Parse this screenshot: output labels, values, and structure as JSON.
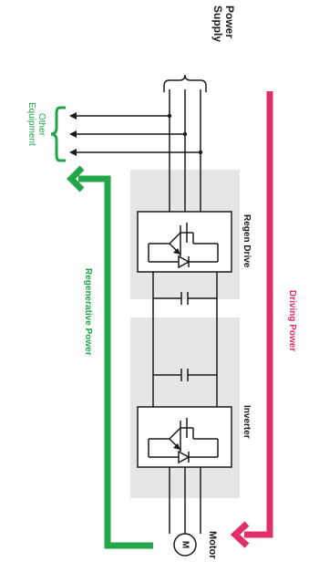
{
  "labels": {
    "power_supply_line1": "Power",
    "power_supply_line2": "Supply",
    "other_equipment_line1": "Other",
    "other_equipment_line2": "Equipment",
    "regen_drive": "Regen Drive",
    "inverter": "Inverter",
    "driving_power": "Driving Power",
    "regenerative_power": "Regenerative Power",
    "motor": "Motor",
    "motor_symbol": "M"
  },
  "colors": {
    "driving_power": "#e0306a",
    "regenerative_power": "#22a64a",
    "block_background": "#e6e6e6",
    "line": "#1a1a1a"
  },
  "icons": [
    "igbt-switch-icon",
    "diode-icon",
    "capacitor-icon",
    "motor-icon",
    "arrow-icon"
  ]
}
